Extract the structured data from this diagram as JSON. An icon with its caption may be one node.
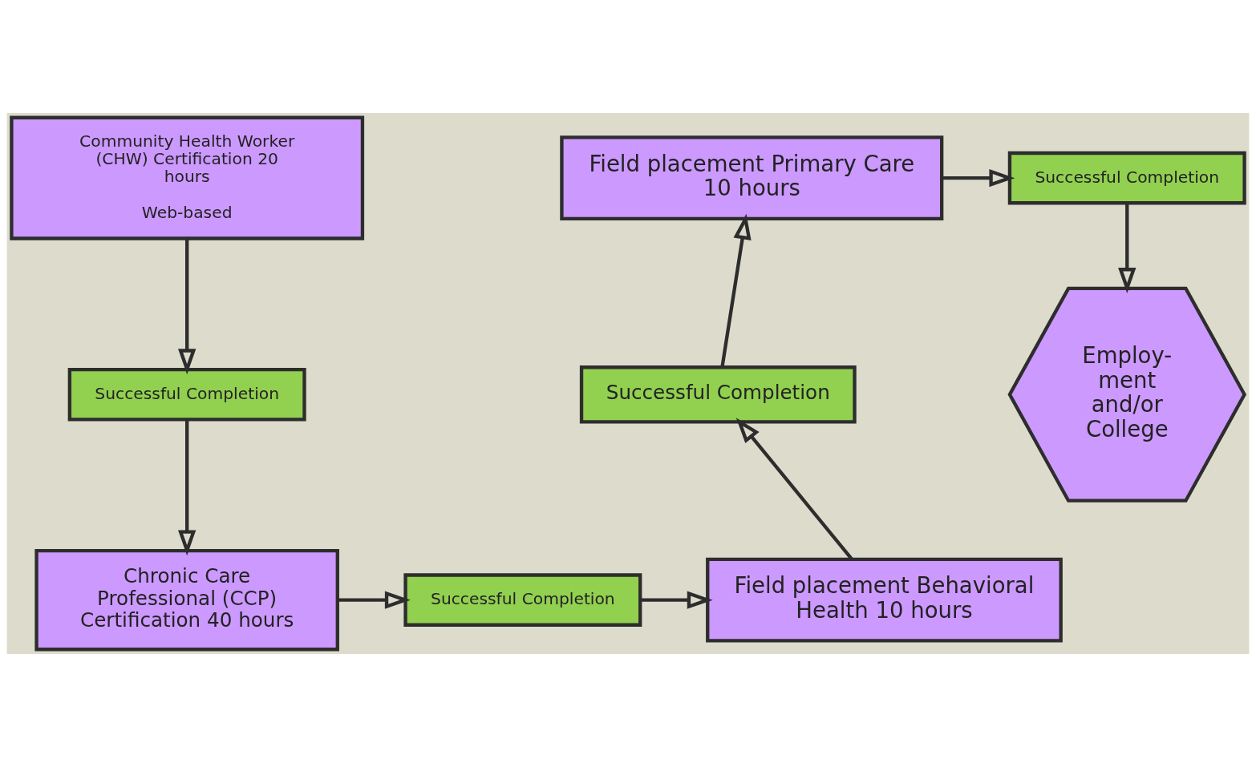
{
  "diagram": {
    "nodes": [
      {
        "text": [
          "Community Health Worker (CHW) Certification 20 hours",
          "Web-based"
        ]
      },
      {
        "text": [
          "Successful Completion"
        ]
      },
      {
        "text": [
          "Chronic Care Professional (CCP) Certification 40 hours"
        ]
      },
      {
        "text": [
          "Successful Completion"
        ]
      },
      {
        "text": [
          "Field placement Behavioral Health 10 hours"
        ]
      },
      {
        "text": [
          "Successful Completion"
        ]
      },
      {
        "text": [
          "Field placement Primary Care 10 hours"
        ]
      },
      {
        "text": [
          "Successful Completion"
        ]
      },
      {
        "text": [
          "Employ- ment and/or College"
        ]
      }
    ],
    "edges": [
      {
        "from": 0,
        "to": 1,
        "arrow": "to"
      },
      {
        "from": 1,
        "to": 2,
        "arrow": "to"
      },
      {
        "from": 2,
        "to": 3,
        "arrow": "to"
      },
      {
        "from": 3,
        "to": 4,
        "arrow": "to"
      },
      {
        "from": 4,
        "to": 5,
        "arrow": "to"
      },
      {
        "from": 5,
        "to": 6,
        "arrow": "to"
      },
      {
        "from": 6,
        "to": 7,
        "arrow": "to"
      },
      {
        "from": 7,
        "to": 8,
        "arrow": "to"
      }
    ]
  }
}
